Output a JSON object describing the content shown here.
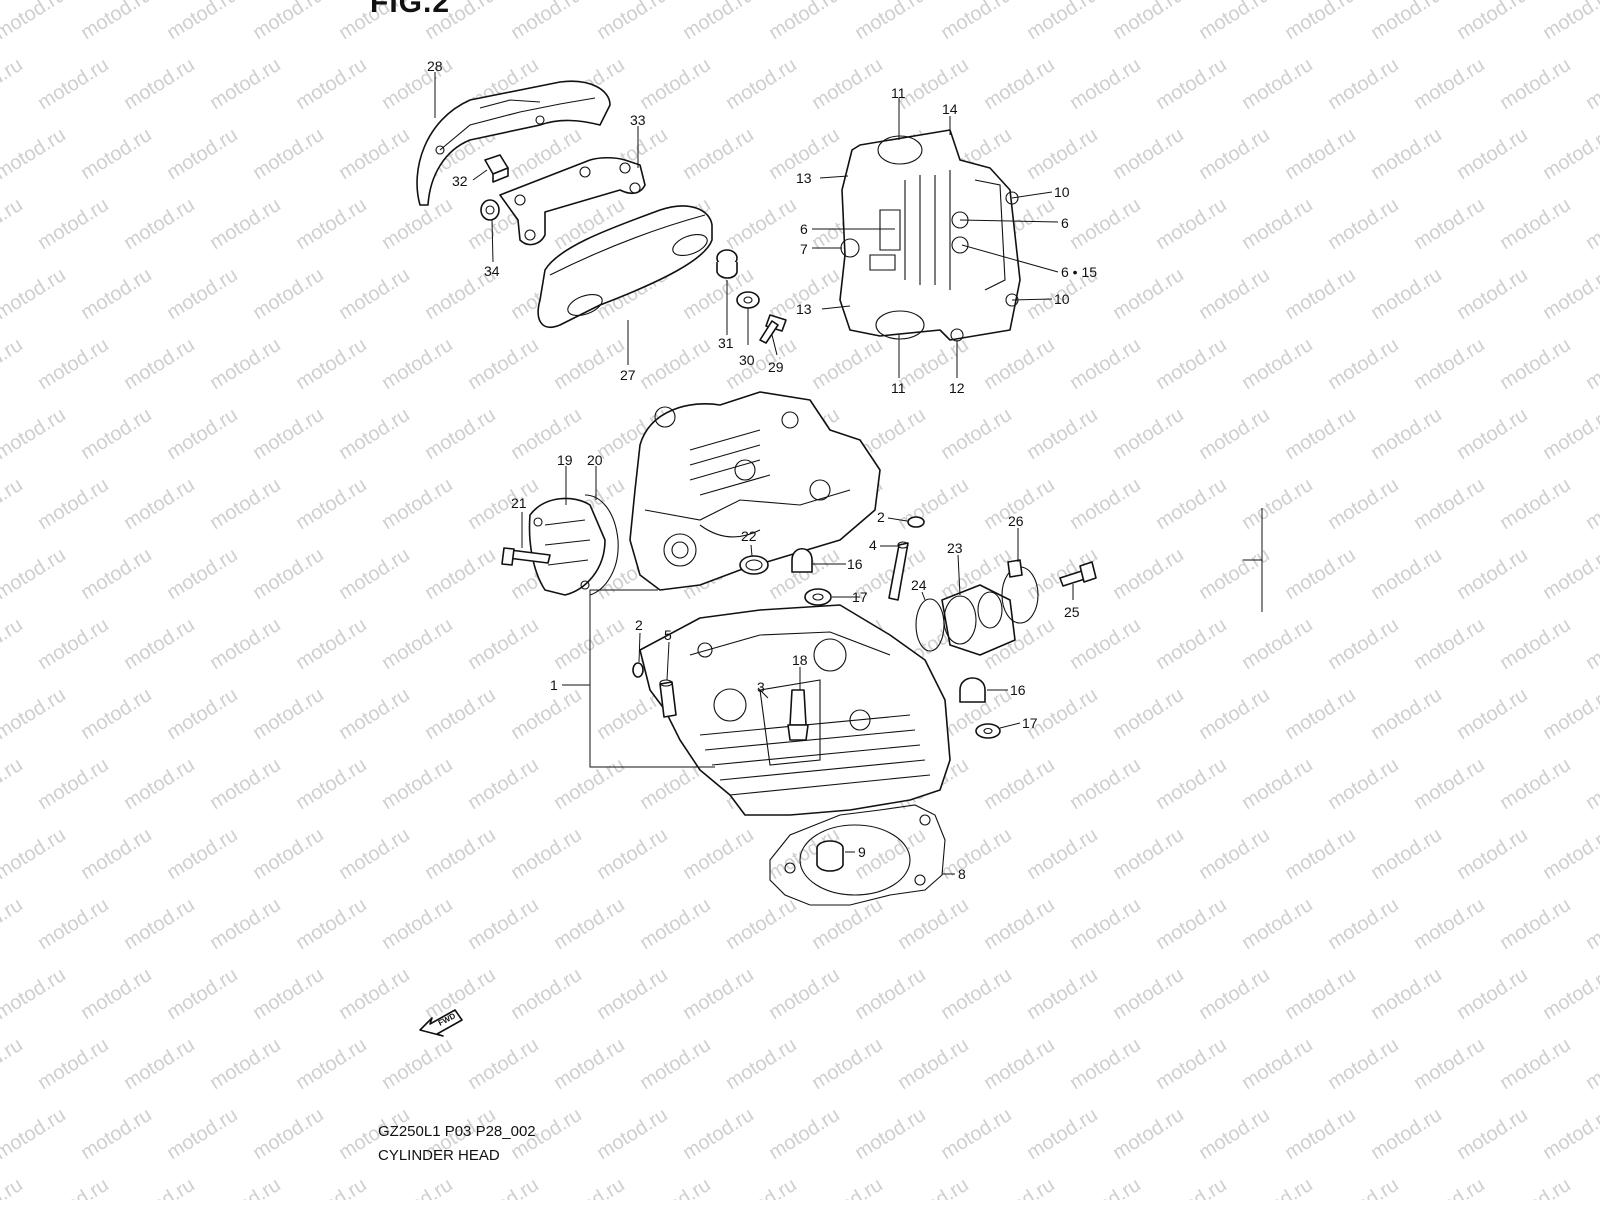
{
  "figure": {
    "title": "FIG.2",
    "code": "GZ250L1 P03 P28_002",
    "caption": "CYLINDER HEAD"
  },
  "watermark": {
    "text": "motod.ru",
    "color": "#cfcfcf"
  },
  "fwd_label": "FWD",
  "callouts": [
    {
      "id": "c28",
      "text": "28"
    },
    {
      "id": "c33",
      "text": "33"
    },
    {
      "id": "c32",
      "text": "32"
    },
    {
      "id": "c34",
      "text": "34"
    },
    {
      "id": "c27",
      "text": "27"
    },
    {
      "id": "c31",
      "text": "31"
    },
    {
      "id": "c30",
      "text": "30"
    },
    {
      "id": "c29",
      "text": "29"
    },
    {
      "id": "c11a",
      "text": "11"
    },
    {
      "id": "c14",
      "text": "14"
    },
    {
      "id": "c13a",
      "text": "13"
    },
    {
      "id": "c10a",
      "text": "10"
    },
    {
      "id": "c6a",
      "text": "6"
    },
    {
      "id": "c6b",
      "text": "6"
    },
    {
      "id": "c7",
      "text": "7"
    },
    {
      "id": "c615",
      "text": "6 • 15"
    },
    {
      "id": "c13b",
      "text": "13"
    },
    {
      "id": "c10b",
      "text": "10"
    },
    {
      "id": "c11b",
      "text": "11"
    },
    {
      "id": "c12",
      "text": "12"
    },
    {
      "id": "c19",
      "text": "19"
    },
    {
      "id": "c20",
      "text": "20"
    },
    {
      "id": "c21",
      "text": "21"
    },
    {
      "id": "c22",
      "text": "22"
    },
    {
      "id": "c2a",
      "text": "2"
    },
    {
      "id": "c4",
      "text": "4"
    },
    {
      "id": "c16a",
      "text": "16"
    },
    {
      "id": "c17a",
      "text": "17"
    },
    {
      "id": "c23",
      "text": "23"
    },
    {
      "id": "c26",
      "text": "26"
    },
    {
      "id": "c24",
      "text": "24"
    },
    {
      "id": "c25",
      "text": "25"
    },
    {
      "id": "c2b",
      "text": "2"
    },
    {
      "id": "c5",
      "text": "5"
    },
    {
      "id": "c1",
      "text": "1"
    },
    {
      "id": "c3",
      "text": "3"
    },
    {
      "id": "c18",
      "text": "18"
    },
    {
      "id": "c16b",
      "text": "16"
    },
    {
      "id": "c17b",
      "text": "17"
    },
    {
      "id": "c9",
      "text": "9"
    },
    {
      "id": "c8",
      "text": "8"
    }
  ]
}
